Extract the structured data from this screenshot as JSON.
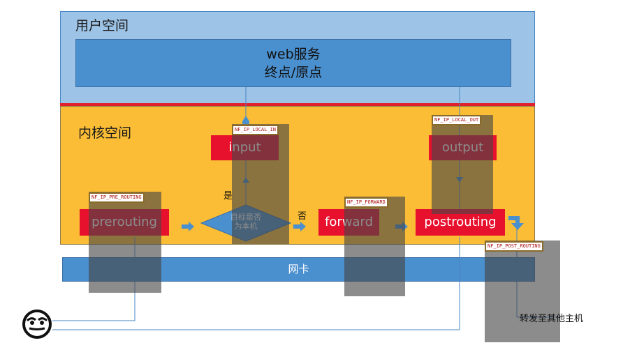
{
  "user_space": {
    "title": "用户空间",
    "web_box": {
      "line1": "web服务",
      "line2": "终点/原点"
    }
  },
  "kernel_space": {
    "title": "内核空间"
  },
  "chains": {
    "input": "input",
    "output": "output",
    "prerouting": "prerouting",
    "forward": "forward",
    "postrouting": "postrouting"
  },
  "decision": {
    "line1": "目标是否",
    "line2": "为本机",
    "yes": "是",
    "no": "否"
  },
  "hooks": {
    "local_in": "NF_IP_LOCAL_IN",
    "local_out": "NF_IP_LOCAL_OUT",
    "pre_routing": "NF_IP_PRE_ROUTING",
    "forward": "NF_IP_FORWARD",
    "post_routing": "NF_IP_POST_ROUTING"
  },
  "nic": {
    "label": "网卡"
  },
  "forward_other": "转发至其他主机",
  "colors": {
    "user_space": "#9dc3e6",
    "kernel_space": "#fbbd35",
    "chain": "#e8112d",
    "nic": "#4a8fce",
    "divider": "#e0202a"
  }
}
